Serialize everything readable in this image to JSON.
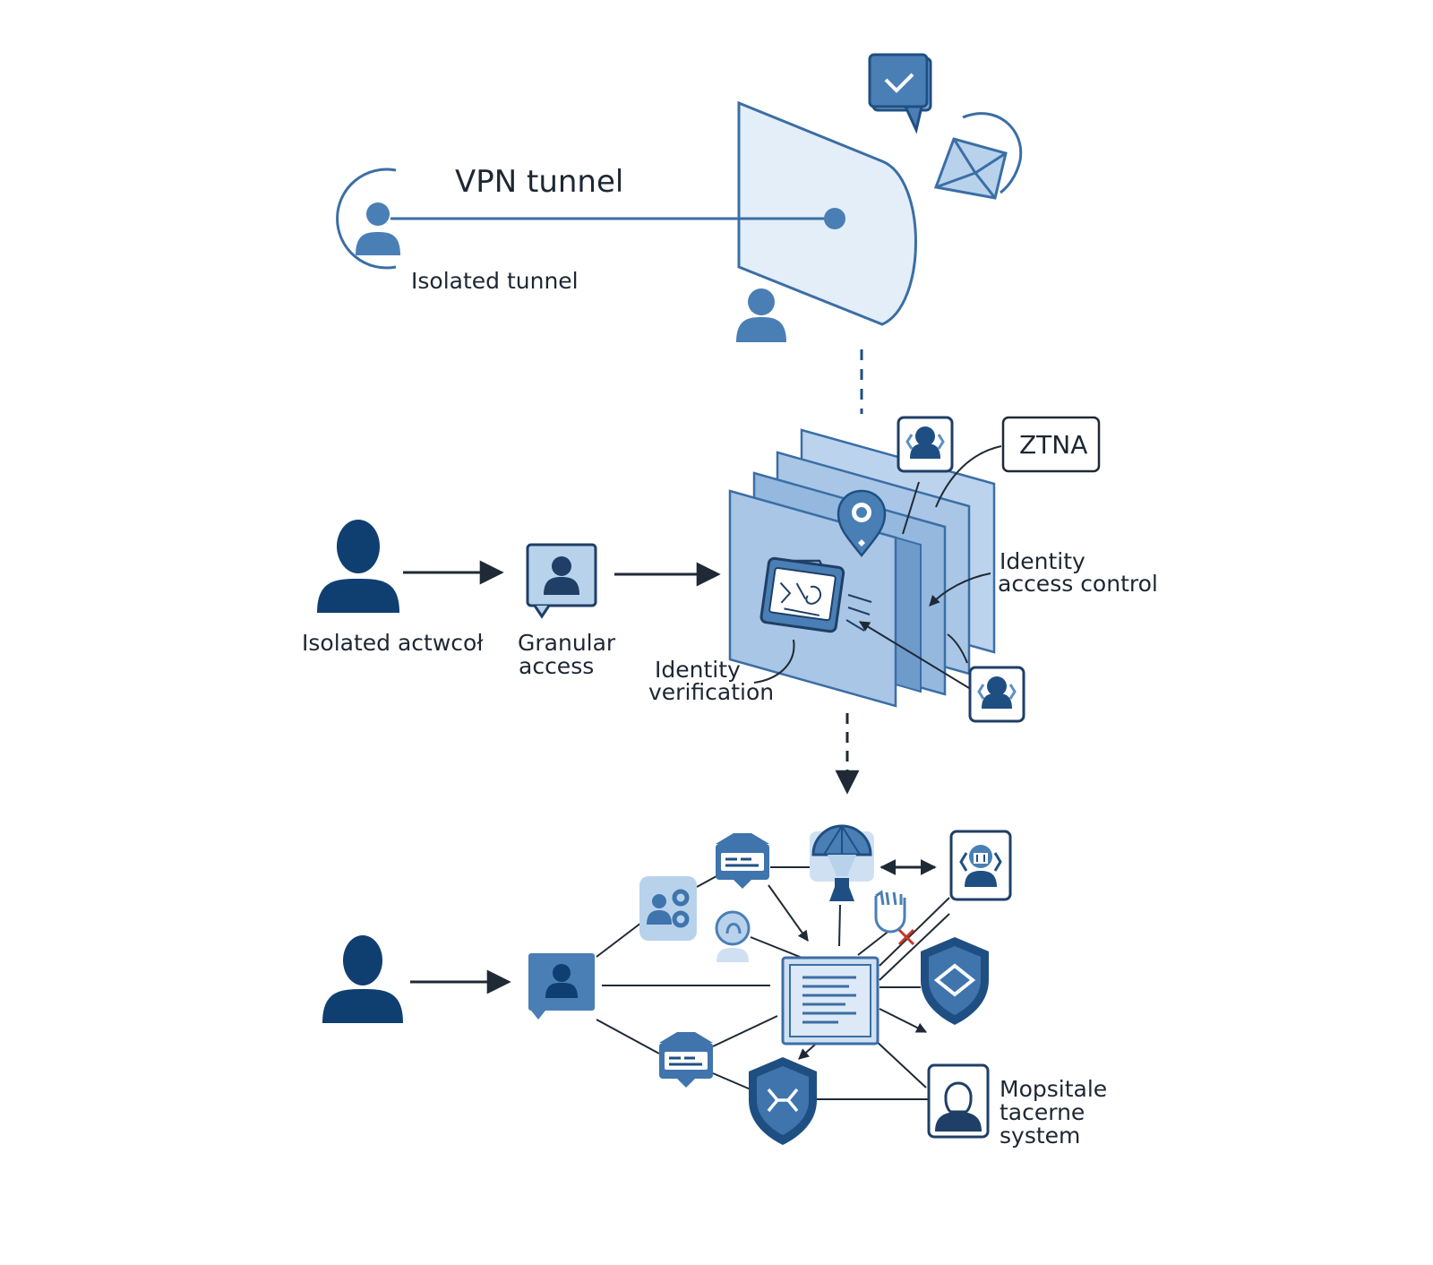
{
  "labels": {
    "vpn_tunnel": "VPN tunnel",
    "isolated_tunnel": "Isolated tunnel",
    "ztna": "ZTNA",
    "identity_access_control_1": "Identity",
    "identity_access_control_2": "access control",
    "isolated_network": "Isolated actwcoł",
    "granular_access_1": "Granular",
    "granular_access_2": "access",
    "identity_verification_1": "Identity",
    "identity_verification_2": "verification",
    "system_1": "Mopsitale",
    "system_2": "tacerne",
    "system_3": "system"
  },
  "icons": {
    "user": "user-icon",
    "chat": "chat-check-icon",
    "envelope": "envelope-icon",
    "location": "location-pin-icon",
    "device": "device-screen-icon",
    "badge": "identity-badge-icon",
    "server": "server-icon",
    "shield": "shield-icon",
    "document": "document-icon",
    "globe": "globe-icon"
  },
  "colors": {
    "dark_navy": "#0f3f70",
    "mid_blue": "#4a7fb5",
    "light_blue": "#a9c6e6",
    "pale_blue": "#e4eef9",
    "stroke_blue": "#3b6ea5",
    "arrow": "#1f2a36"
  }
}
